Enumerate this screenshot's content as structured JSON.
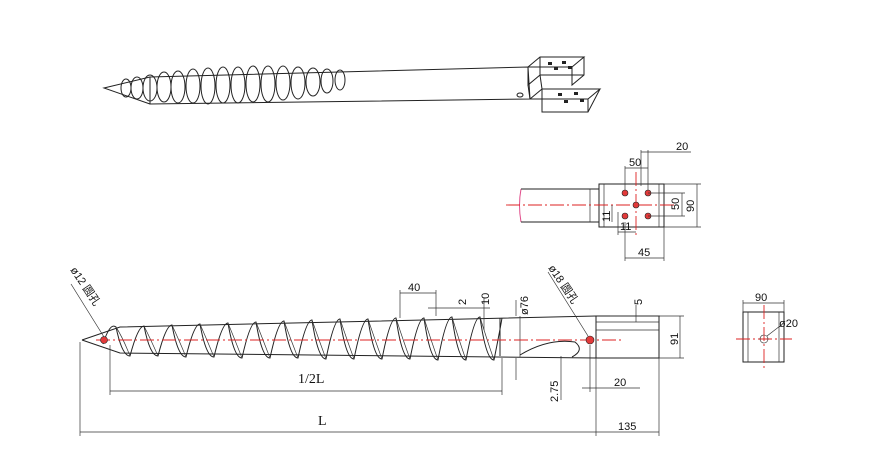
{
  "drawing": {
    "dimensions": {
      "top_view": {
        "d20": "20",
        "d50_h": "50",
        "d50_v": "50",
        "d90": "90",
        "d11_v": "11",
        "d11_h": "11",
        "d45": "45"
      },
      "side_view": {
        "d40": "40",
        "d2_rot": "2",
        "d10": "10",
        "d76": "ø76",
        "d5": "5",
        "d91": "91",
        "d2_75": "2.75",
        "d20": "20",
        "d135": "135",
        "half_L": "1/2L",
        "L": "L"
      },
      "end_view": {
        "d90": "90",
        "d20": "ø20"
      }
    },
    "callouts": {
      "tip_hole": "ø12 圆孔",
      "shaft_hole": "ø18 圆孔"
    },
    "colors": {
      "line": "#222222",
      "centerline": "#dd2222",
      "hole": "#e23a3a",
      "pipe_edge": "#e04c8a"
    }
  }
}
